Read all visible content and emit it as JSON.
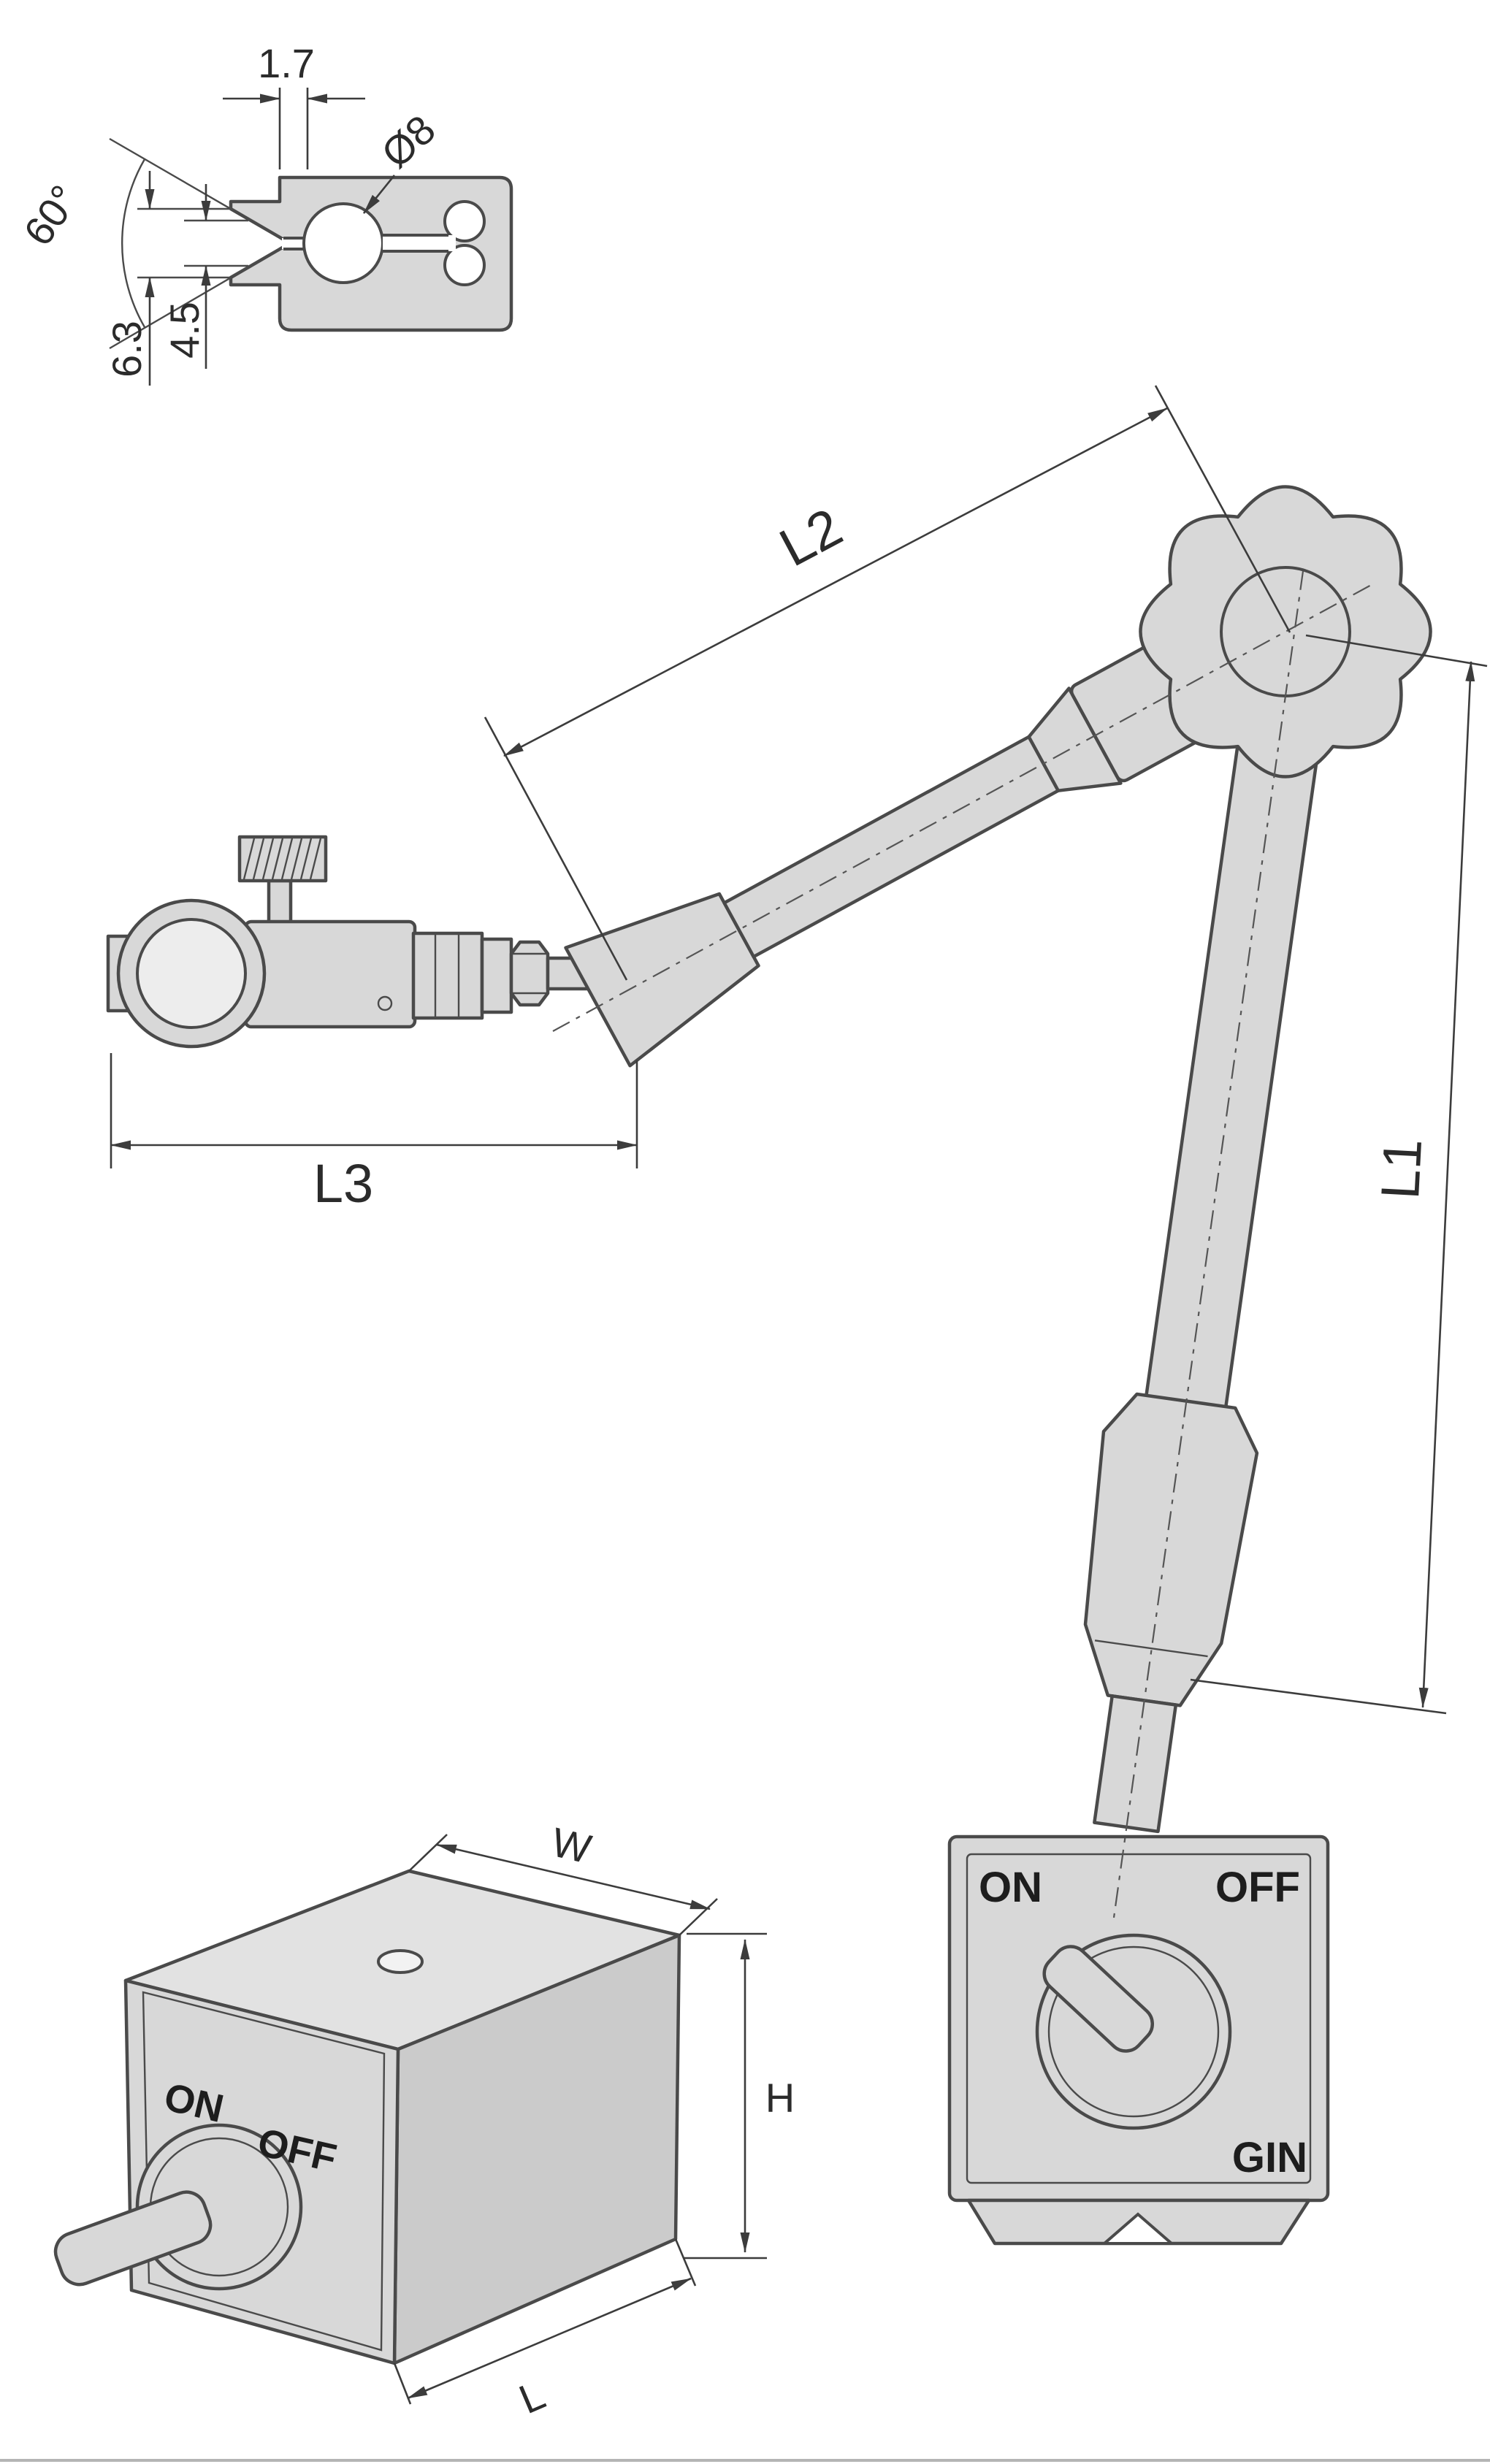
{
  "colors": {
    "part_fill": "#d8d8d8",
    "part_fill_light": "#e2e2e2",
    "part_fill_dark": "#cbcbcb",
    "outline": "#4a4a4a",
    "dimension_lines": "#3c3c3c",
    "text": "#2b2b2b",
    "background": "#ffffff"
  },
  "detail_view": {
    "slot_width": "1.7",
    "hole_diameter": "Ø8",
    "groove_angle": "60°",
    "groove_depth_outer": "6.3",
    "groove_depth_inner": "4.5"
  },
  "dimensions": {
    "column_length": "L1",
    "arm_length": "L2",
    "holder_length": "L3",
    "base_width": "W",
    "base_height": "H",
    "base_length": "L"
  },
  "base_front": {
    "on_label": "ON",
    "off_label": "OFF",
    "brand_fragment": "GIN"
  },
  "base_iso": {
    "on_label": "ON",
    "off_label": "OFF"
  }
}
